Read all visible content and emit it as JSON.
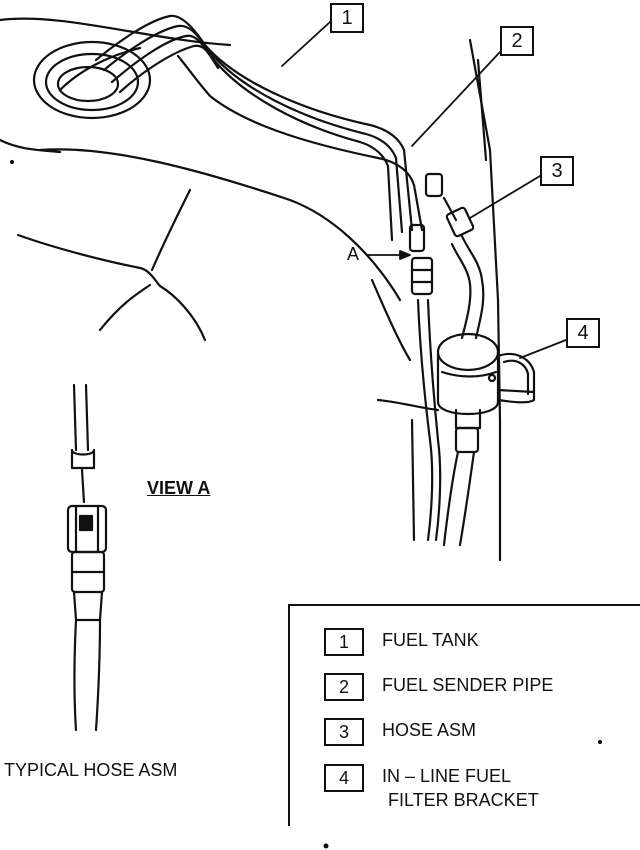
{
  "callouts": [
    "1",
    "2",
    "3",
    "4"
  ],
  "view_marker": "A",
  "view_title": "VIEW A",
  "hose_caption": "TYPICAL HOSE ASM",
  "legend": [
    {
      "num": "1",
      "text": "FUEL TANK"
    },
    {
      "num": "2",
      "text": "FUEL SENDER PIPE"
    },
    {
      "num": "3",
      "text": "HOSE ASM"
    },
    {
      "num": "4",
      "text": "IN – LINE FUEL",
      "text2": "FILTER BRACKET"
    }
  ]
}
